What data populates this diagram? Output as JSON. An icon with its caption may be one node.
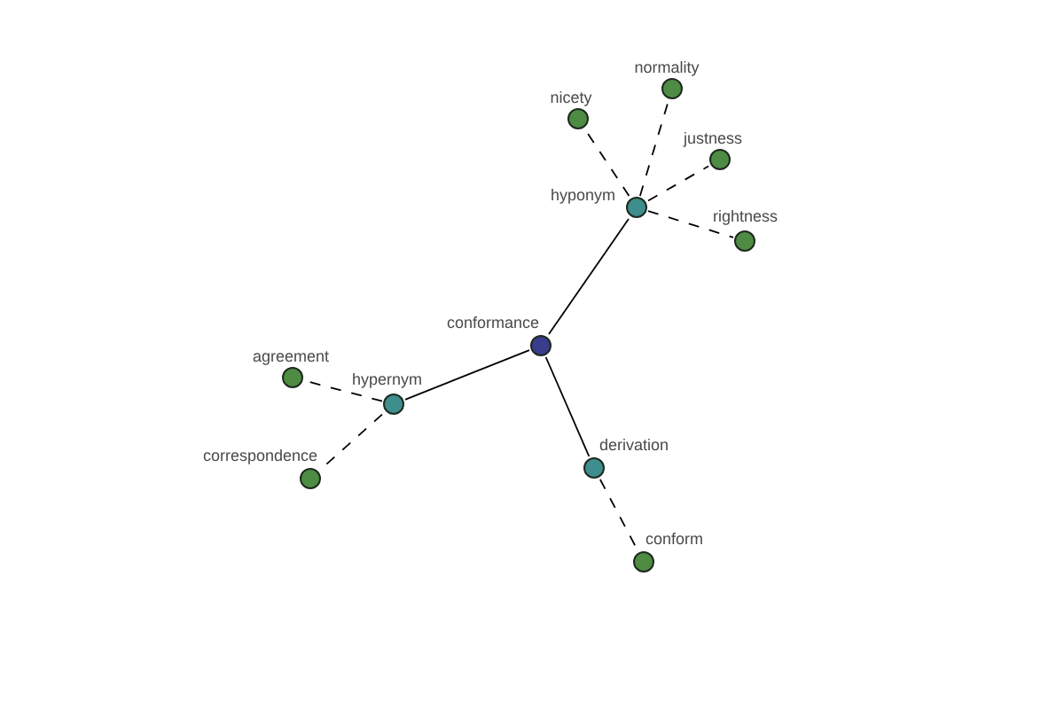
{
  "diagram": {
    "nodes": [
      {
        "text": [],
        "shape": "circle",
        "beside": [
          "conformance"
        ]
      },
      {
        "text": [],
        "shape": "circle",
        "beside": [
          "hyponym"
        ]
      },
      {
        "text": [],
        "shape": "circle",
        "beside": [
          "nicety"
        ]
      },
      {
        "text": [],
        "shape": "circle",
        "beside": [
          "normality"
        ]
      },
      {
        "text": [],
        "shape": "circle",
        "beside": [
          "justness"
        ]
      },
      {
        "text": [],
        "shape": "circle",
        "beside": [
          "rightness"
        ]
      },
      {
        "text": [],
        "shape": "circle",
        "beside": [
          "hypernym"
        ]
      },
      {
        "text": [],
        "shape": "circle",
        "beside": [
          "agreement"
        ]
      },
      {
        "text": [],
        "shape": "circle",
        "beside": [
          "correspondence"
        ]
      },
      {
        "text": [],
        "shape": "circle",
        "beside": [
          "derivation"
        ]
      },
      {
        "text": [],
        "shape": "circle",
        "beside": [
          "conform"
        ]
      }
    ],
    "edges": [
      {
        "from": 0,
        "to": 1,
        "arrow": "none"
      },
      {
        "from": 0,
        "to": 6,
        "arrow": "none"
      },
      {
        "from": 0,
        "to": 9,
        "arrow": "none"
      },
      {
        "from": 1,
        "to": 2,
        "arrow": "none",
        "style": "dashed"
      },
      {
        "from": 1,
        "to": 3,
        "arrow": "none",
        "style": "dashed"
      },
      {
        "from": 1,
        "to": 4,
        "arrow": "none",
        "style": "dashed"
      },
      {
        "from": 1,
        "to": 5,
        "arrow": "none",
        "style": "dashed"
      },
      {
        "from": 6,
        "to": 7,
        "arrow": "none",
        "style": "dashed"
      },
      {
        "from": 6,
        "to": 8,
        "arrow": "none",
        "style": "dashed"
      },
      {
        "from": 9,
        "to": 10,
        "arrow": "none",
        "style": "dashed"
      }
    ]
  }
}
